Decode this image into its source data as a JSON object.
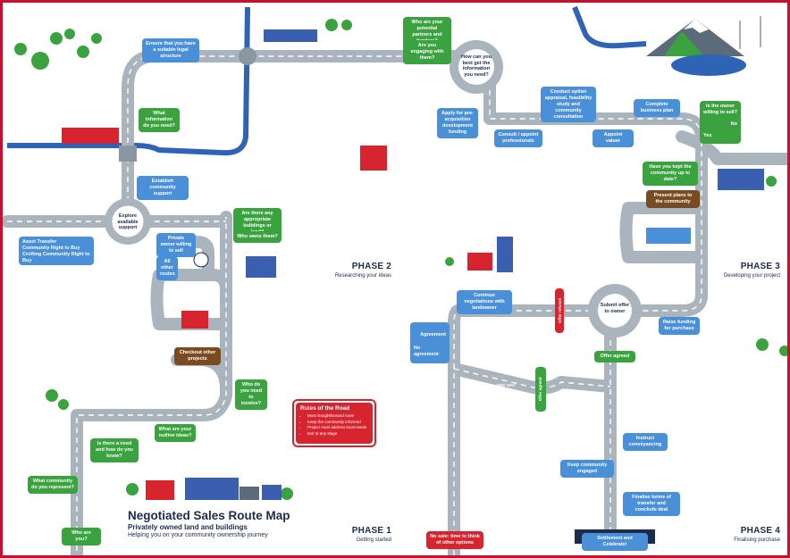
{
  "title": "Negotiated Sales Route Map",
  "subtitle": "Privately owned land and buildings",
  "tagline": "Helping you on your community ownership journey",
  "phases": [
    {
      "title": "PHASE 1",
      "subtitle": "Getting started"
    },
    {
      "title": "PHASE 2",
      "subtitle": "Researching your ideas"
    },
    {
      "title": "PHASE 3",
      "subtitle": "Developing your project"
    },
    {
      "title": "PHASE 4",
      "subtitle": "Finalising purchase"
    }
  ],
  "roundabouts": {
    "explore": "Explore available support",
    "how": "How can you best get the information you need?",
    "submit": "Submit offer to owner"
  },
  "steps": {
    "who_are_you": "Who are you?",
    "what_community": "What community do you represent?",
    "need_and_how": "Is there a need and how do you know?",
    "outline_ideas": "What are your outline ideas?",
    "who_involve": "Who do you need to involve?",
    "checkout": "Checkout other projects",
    "private_owner": "Private owner willing to sell",
    "all_other_routes": "All other routes",
    "other_buildings": "Are there any appropriate buildings or land?",
    "who_owns": "Who owns them?",
    "asset_transfer": "Asset Transfer",
    "right_to_buy": "Community Right to Buy",
    "crofting": "Crofting Community Right to Buy",
    "establish_support": "Establish community support",
    "what_information": "What information do you need?",
    "legal_structure": "Ensure that you have a suitable legal structure",
    "potential_partners": "Who are your potential partners and funders?",
    "engaging": "Are you engaging with them?",
    "pre_acquisition": "Apply for pre-acquisition development funding",
    "consult_professionals": "Consult / appoint professionals",
    "conduct_appraisal": "Conduct option appraisal, feasibility study and community consultation",
    "appoint_valuer": "Appoint valuer",
    "business_plan": "Complete business plan",
    "owner_willing": "Is the owner willing to sell?",
    "no": "No",
    "yes": "Yes",
    "kept_up_to_date": "Have you kept the community up to date?",
    "present_plans": "Present plans to the community",
    "raise_funding": "Raise funding for purchase",
    "offer_refused": "Offer refused",
    "offer_agreed": "Offer agreed",
    "continue_negotiations": "Continue negotiations with landowner",
    "agreement": "Agreement",
    "no_agreement": "No agreement",
    "no_sale": "No sale: time to think of other options",
    "offer_agreed_v": "Offer agreed",
    "one_way": "ONE WAY",
    "instruct": "Instruct conveyancing",
    "keep_engaged": "Keep community engaged",
    "finalise_terms": "Finalise terms of transfer and conclude deal",
    "settlement": "Settlement and Celebrate!"
  },
  "rules": {
    "title": "Rules of the Road",
    "items": [
      "Most straightforward route",
      "Keep the community informed",
      "Project must address local needs",
      "Exit at any stage"
    ]
  },
  "colors": {
    "road": "#a9b4bd",
    "road_line": "#ffffff",
    "river": "#2f63b5",
    "green": "#3aa33f",
    "blue": "#4a90d9",
    "red": "#d8242f",
    "border": "#c8102e",
    "navy": "#1d2b4f"
  }
}
